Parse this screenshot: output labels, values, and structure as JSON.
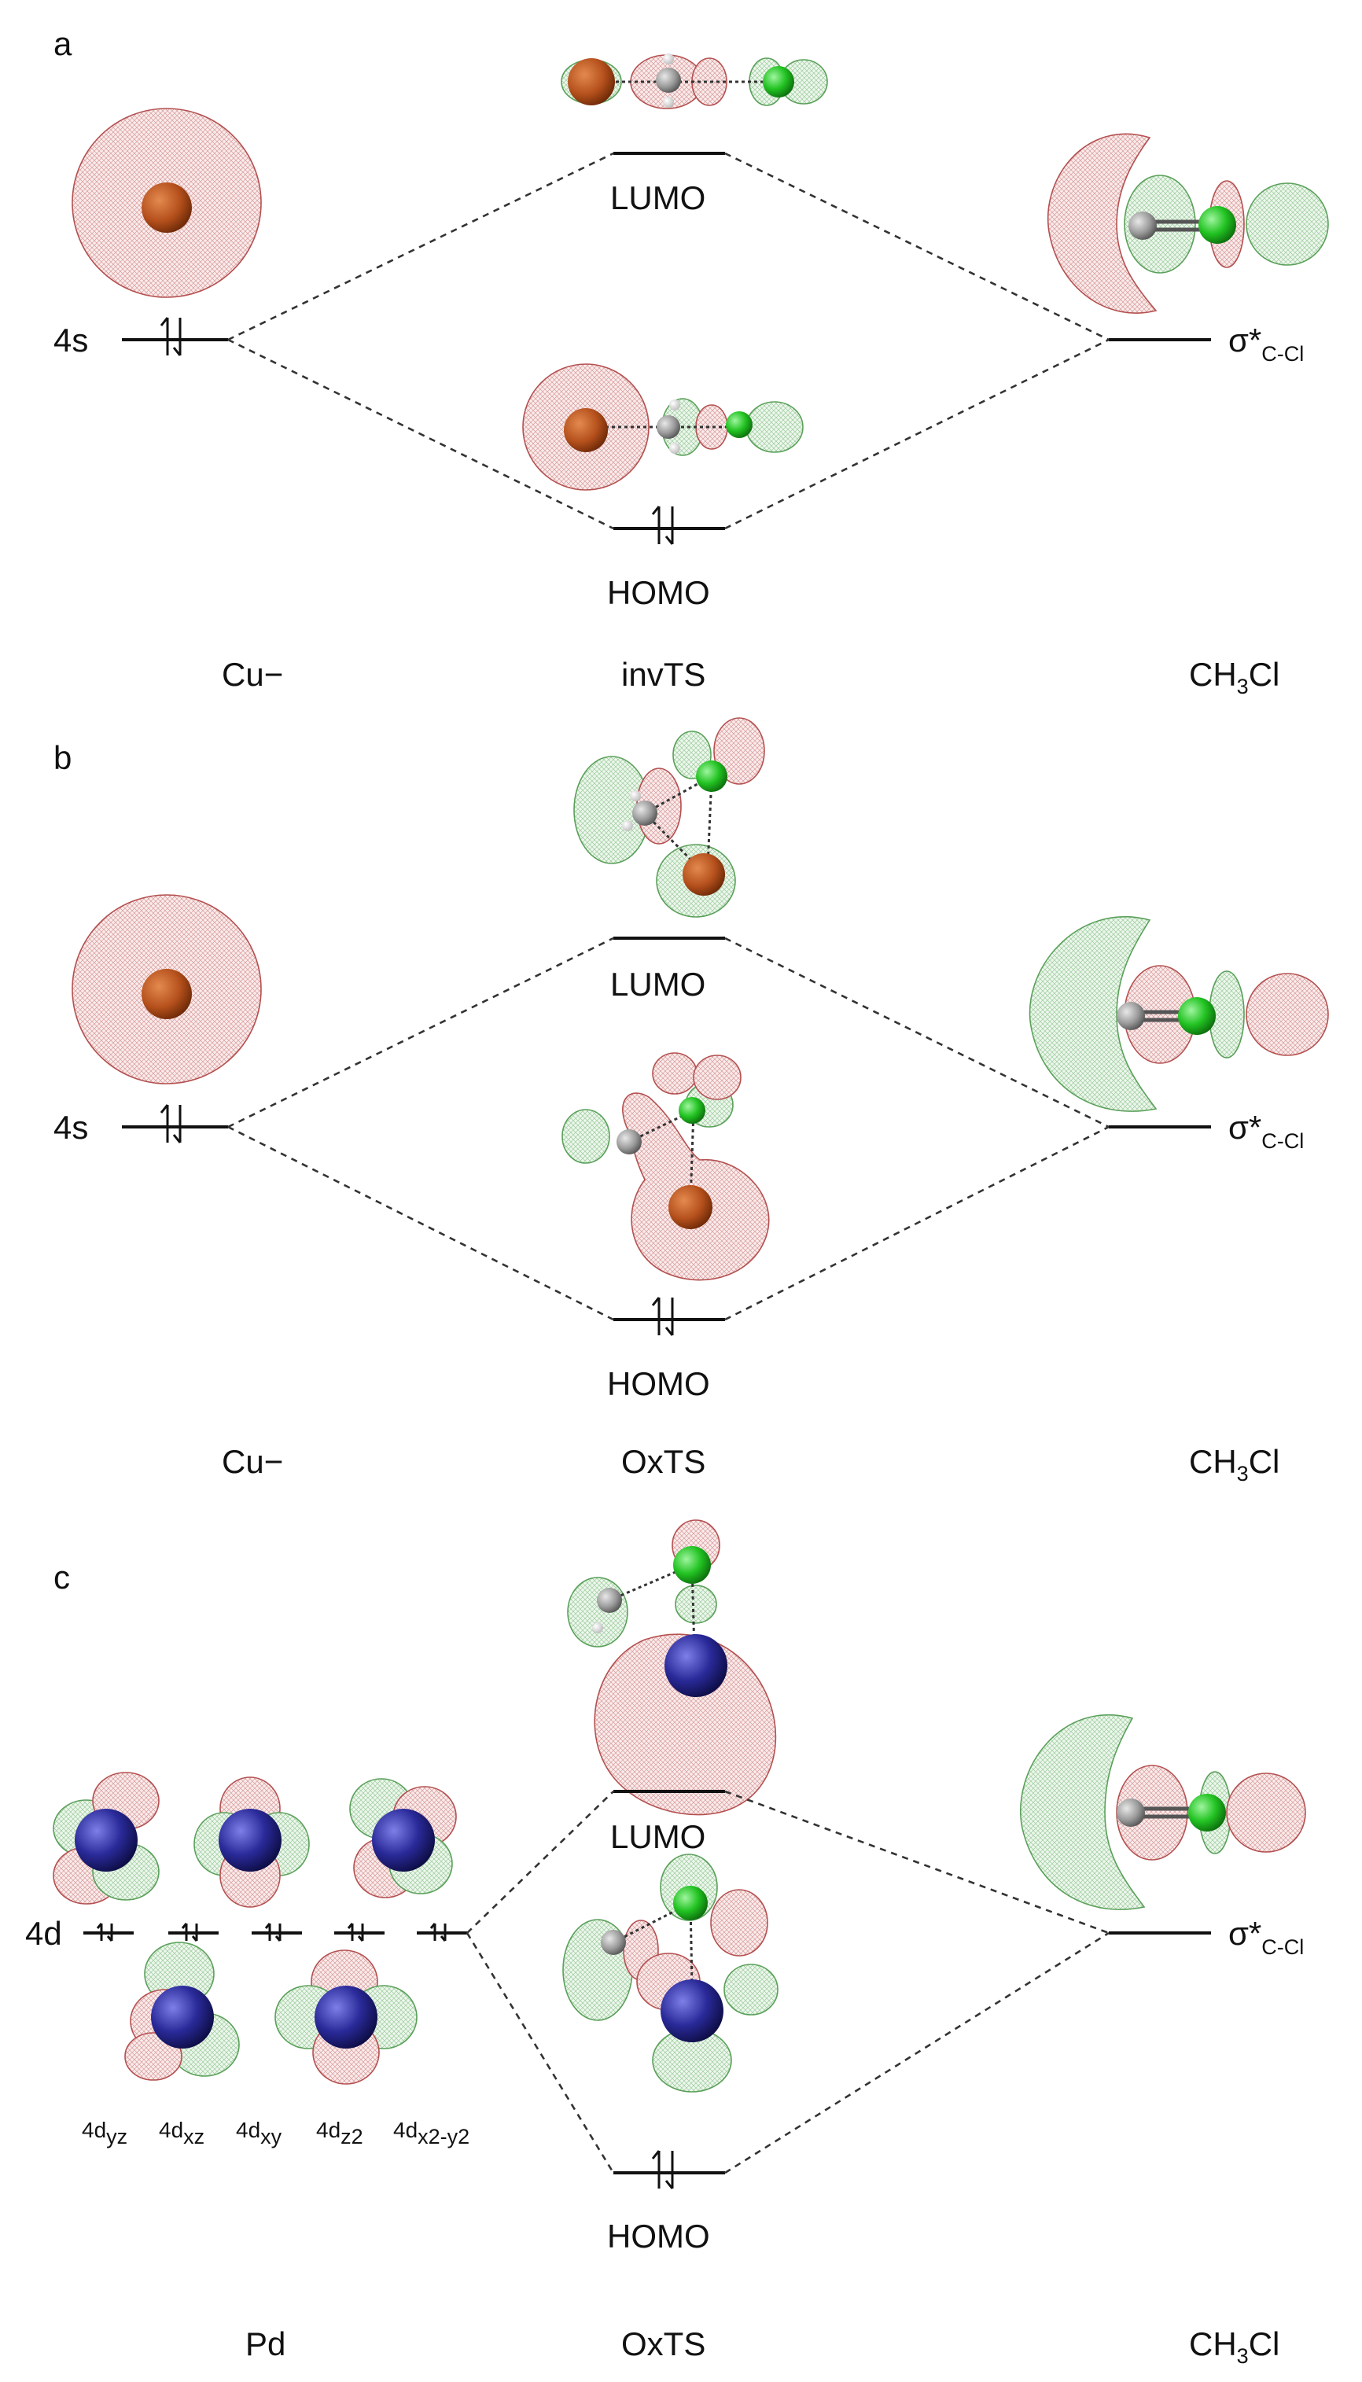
{
  "panels": [
    {
      "letter": "a",
      "left_column": "Cu−",
      "middle_column": "invTS",
      "right_column": "CH3Cl",
      "left_level": "4s",
      "upper_level": "LUMO",
      "lower_level": "HOMO",
      "right_level": "σ*",
      "right_level_sub": "C-Cl"
    },
    {
      "letter": "b",
      "left_column": "Cu−",
      "middle_column": "OxTS",
      "right_column": "CH3Cl",
      "left_level": "4s",
      "upper_level": "LUMO",
      "lower_level": "HOMO",
      "right_level": "σ*",
      "right_level_sub": "C-Cl"
    },
    {
      "letter": "c",
      "left_column": "Pd",
      "middle_column": "OxTS",
      "right_column": "CH3Cl",
      "left_level": "4d",
      "upper_level": "LUMO",
      "lower_level": "HOMO",
      "right_level": "σ*",
      "right_level_sub": "C-Cl",
      "d_orbitals": [
        "yz",
        "xz",
        "xy",
        "z2",
        "x2-y2"
      ]
    }
  ],
  "colors": {
    "copper": "#b5501c",
    "chlorine": "#22c322",
    "palladium": "#2a2a9a",
    "carbon": "#9a9a9a",
    "mesh_positive": "#c06060",
    "mesh_negative": "#60b060"
  }
}
